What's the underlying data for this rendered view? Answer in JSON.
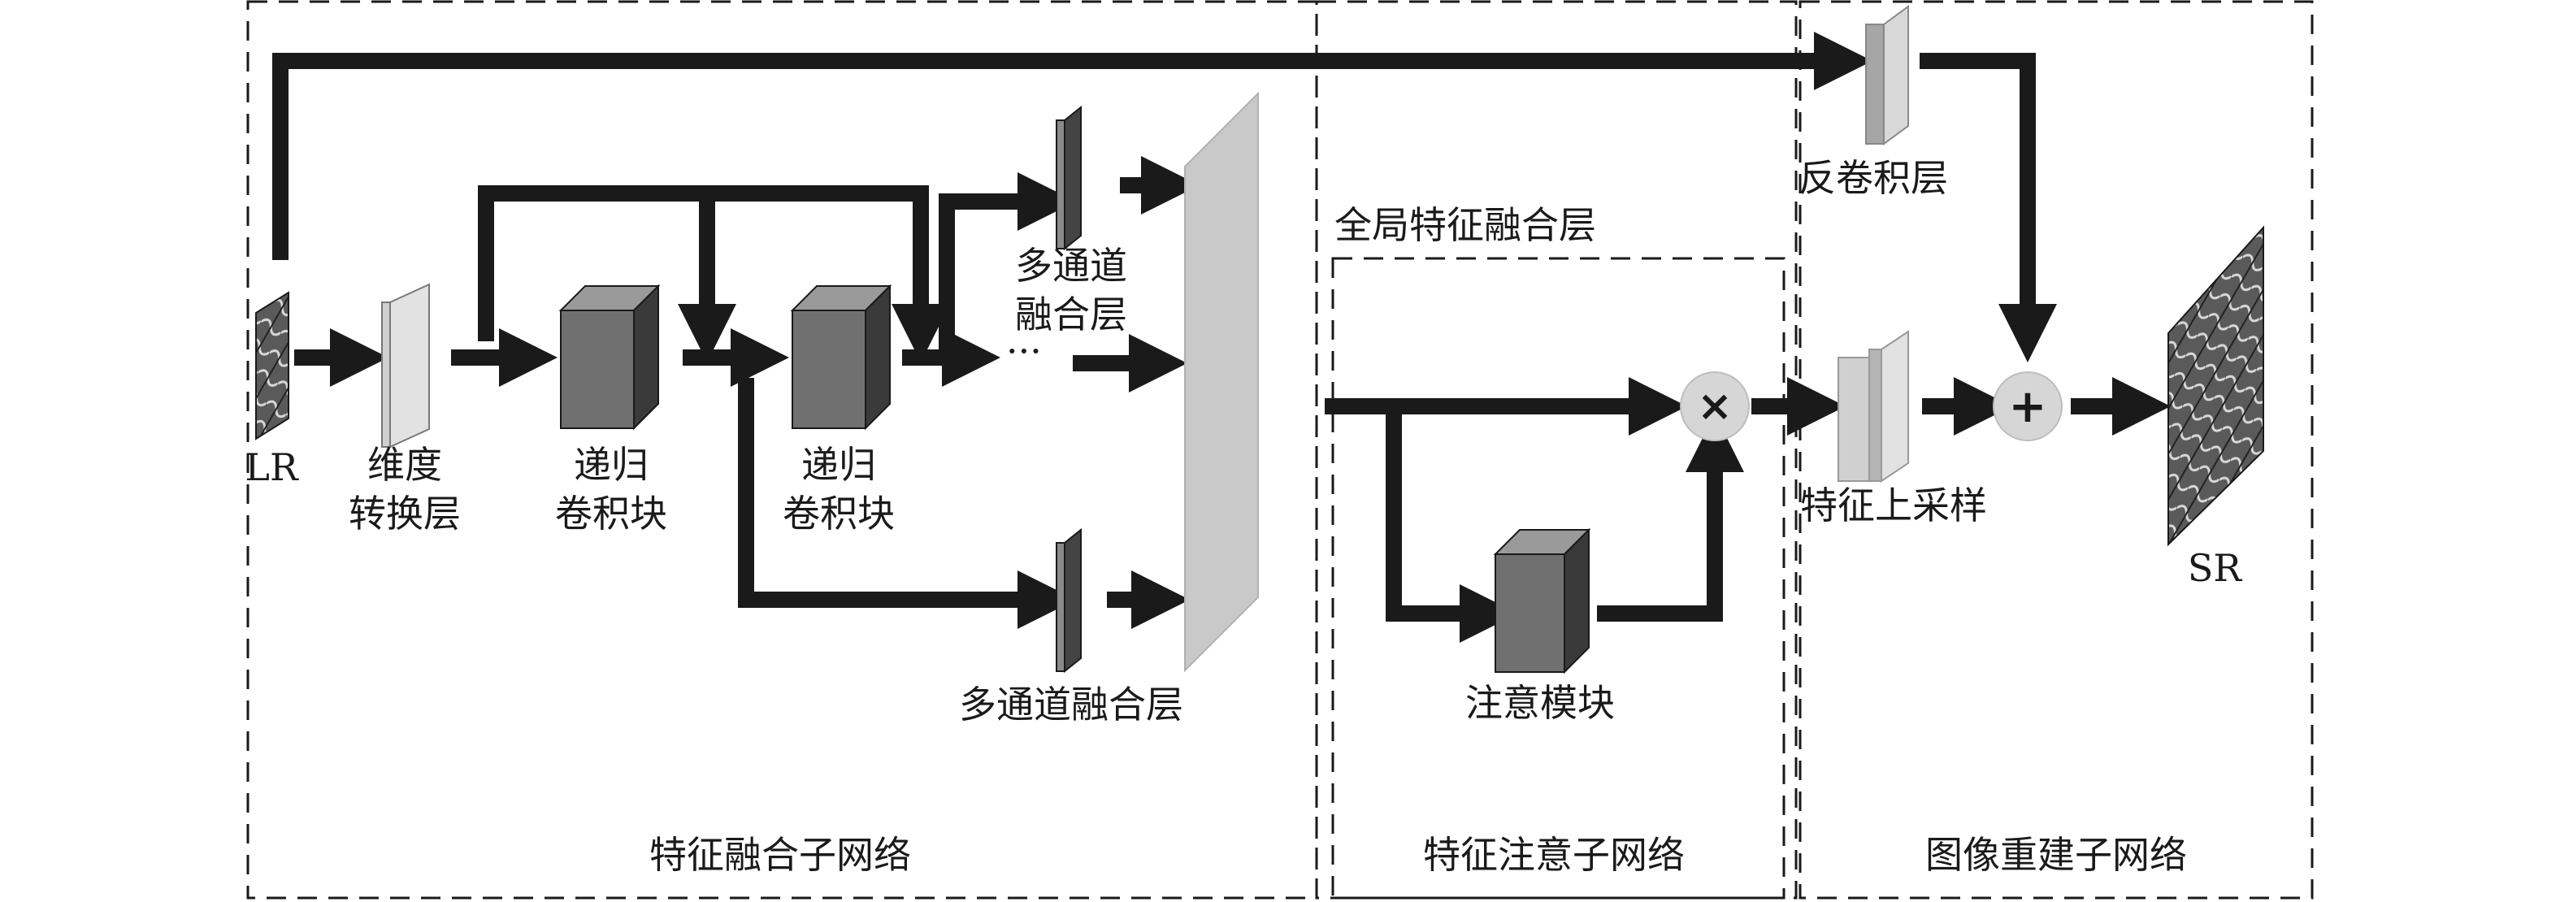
{
  "colors": {
    "ink": "#1a1a1a",
    "dark_block": "#707070",
    "light_panel": "#c9c9c9",
    "circle": "#d6d6d6"
  },
  "sections": {
    "feature_fusion": "特征融合子网络",
    "feature_attention": "特征注意子网络",
    "image_reconstruction": "图像重建子网络",
    "global_fusion": "全局特征融合层"
  },
  "nodes": {
    "lr": "LR",
    "dim_line1": "维度",
    "dim_line2": "转换层",
    "rcb1_line1": "递归",
    "rcb1_line2": "卷积块",
    "rcb2_line1": "递归",
    "rcb2_line2": "卷积块",
    "mc_top_line1": "多通道",
    "mc_top_line2": "融合层",
    "ellipsis": "···",
    "mc_bottom": "多通道融合层",
    "attention": "注意模块",
    "multiply": "×",
    "add": "+",
    "deconv": "反卷积层",
    "upsample": "特征上采样",
    "sr": "SR"
  },
  "icons": {
    "multiply": "multiply-icon",
    "add": "plus-icon"
  }
}
